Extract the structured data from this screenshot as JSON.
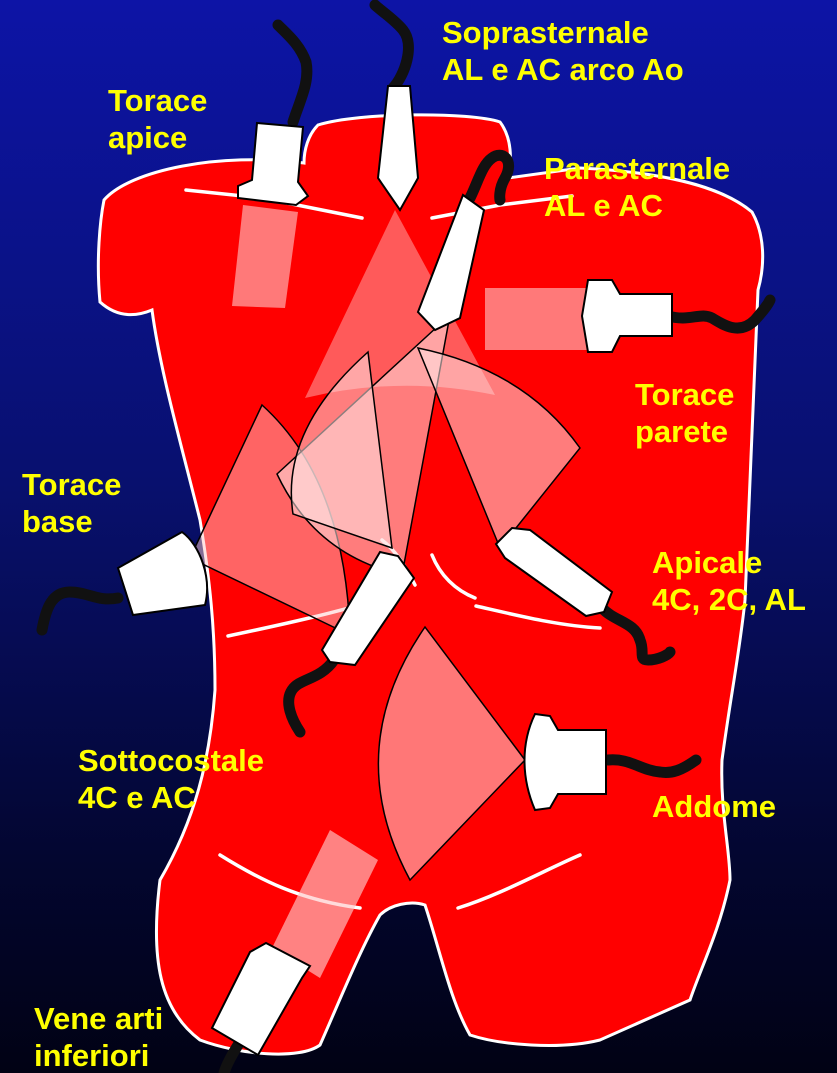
{
  "colors": {
    "background_top": "#0d14a6",
    "background_bottom": "#010214",
    "body": "#ff0000",
    "field": "#ffb0b0",
    "probe": "#ffffff",
    "cable": "#111111",
    "label": "#ffff00"
  },
  "labels": {
    "soprasternale": {
      "line1": "Soprasternale",
      "line2": "AL e AC arco Ao"
    },
    "torace_apice": {
      "line1": "Torace",
      "line2": "apice"
    },
    "parasternale": {
      "line1": "Parasternale",
      "line2": "AL e AC"
    },
    "torace_parete": {
      "line1": "Torace",
      "line2": "parete"
    },
    "torace_base": {
      "line1": "Torace",
      "line2": "base"
    },
    "apicale": {
      "line1": "Apicale",
      "line2": "4C, 2C, AL"
    },
    "sottocostale": {
      "line1": "Sottocostale",
      "line2": "4C e AC"
    },
    "addome": {
      "line1": "Addome"
    },
    "vene_arti": {
      "line1": "Vene arti",
      "line2": "inferiori"
    }
  }
}
